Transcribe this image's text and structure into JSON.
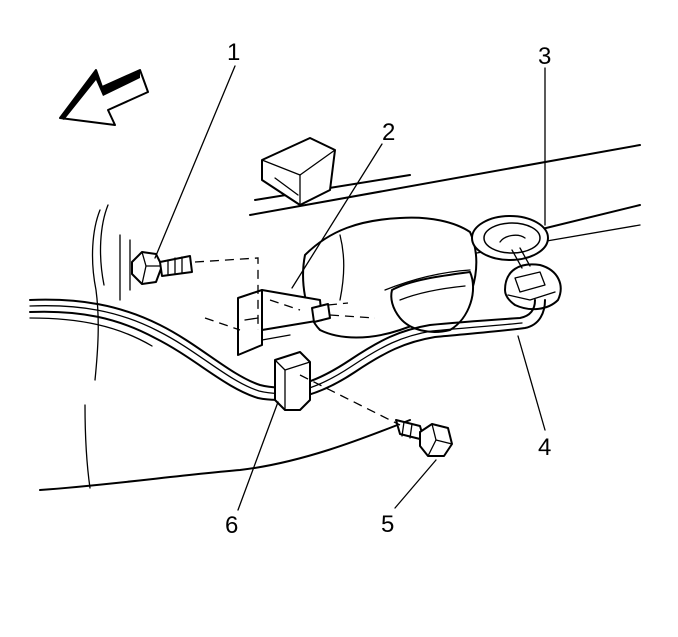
{
  "callouts": [
    {
      "id": "1",
      "label": "1"
    },
    {
      "id": "2",
      "label": "2"
    },
    {
      "id": "3",
      "label": "3"
    },
    {
      "id": "4",
      "label": "4"
    },
    {
      "id": "5",
      "label": "5"
    },
    {
      "id": "6",
      "label": "6"
    }
  ],
  "icons": {
    "direction_arrow": "front-direction-arrow-icon",
    "bolt": "bolt-icon"
  },
  "colors": {
    "ink": "#000000",
    "paper": "#ffffff"
  }
}
